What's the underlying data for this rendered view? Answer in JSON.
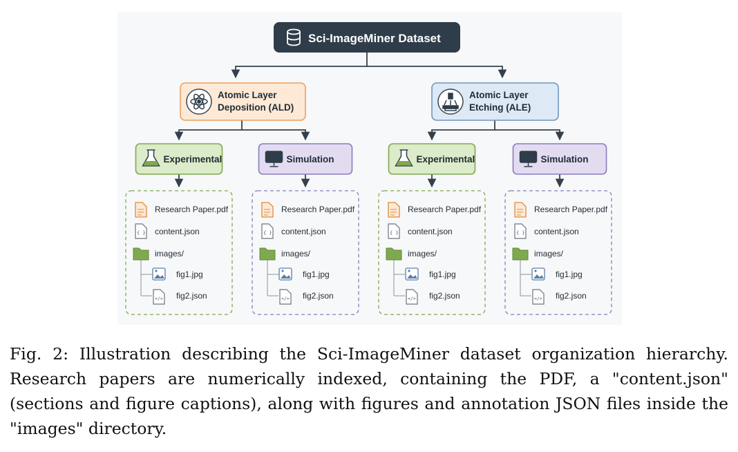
{
  "root": {
    "label": "Sci-ImageMiner Dataset",
    "icon": "database-icon",
    "color": "#2f3d4a"
  },
  "domains": [
    {
      "key": "ald",
      "line1": "Atomic Layer",
      "line2": "Deposition (ALD)",
      "icon": "atom-icon",
      "fill": "#fde9d6",
      "border": "#e9a060",
      "branches": [
        {
          "label": "Experimental",
          "icon": "flask-icon",
          "fill": "#dcebc9",
          "border": "#7fa94e"
        },
        {
          "label": "Simulation",
          "icon": "monitor-icon",
          "fill": "#e3dcf1",
          "border": "#8a7bbf"
        }
      ]
    },
    {
      "key": "ale",
      "line1": "Atomic Layer",
      "line2": "Etching (ALE)",
      "icon": "etching-tool-icon",
      "fill": "#dde9f5",
      "border": "#6f96bf",
      "branches": [
        {
          "label": "Experimental",
          "icon": "flask-icon",
          "fill": "#dcebc9",
          "border": "#7fa94e"
        },
        {
          "label": "Simulation",
          "icon": "monitor-icon",
          "fill": "#e3dcf1",
          "border": "#8a7bbf"
        }
      ]
    }
  ],
  "files": {
    "pdf": "Research Paper.pdf",
    "content": "content.json",
    "folder": "images/",
    "fig_image": "fig1.jpg",
    "fig_json": "fig2.json"
  },
  "caption": "Fig. 2: Illustration describing the Sci-ImageMiner dataset organization hierarchy. Research papers are numerically indexed, containing the PDF, a \"content.json\" (sections and figure captions), along with figures and annotation JSON files inside the \"images\" directory."
}
